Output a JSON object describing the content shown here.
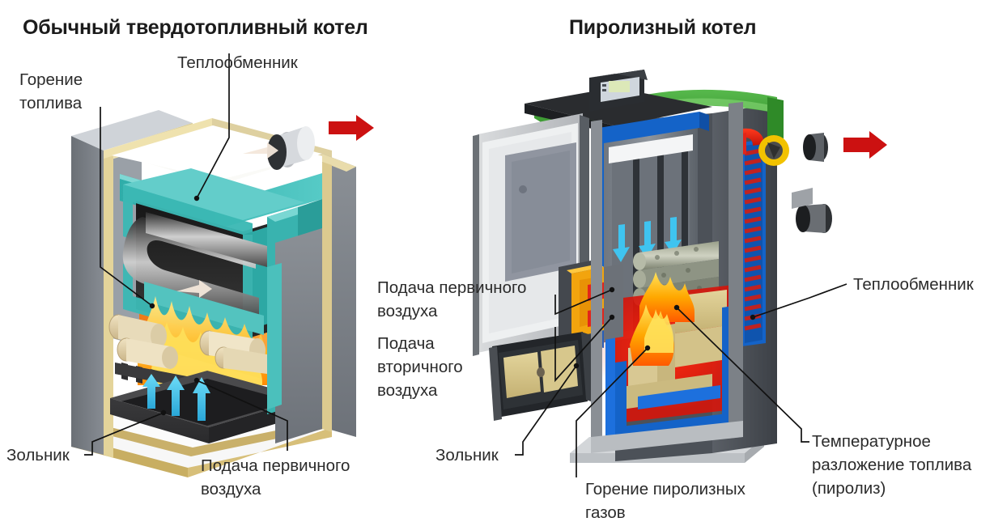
{
  "titles": {
    "left": "Обычный твердотопливный котел",
    "right": "Пиролизный котел"
  },
  "left_boiler": {
    "labels": {
      "combustion": "Горение\nтоплива",
      "heat_exchanger": "Теплообменник",
      "ash_pan": "Зольник",
      "primary_air": "Подача первичного\nвоздуха"
    }
  },
  "right_boiler": {
    "labels": {
      "primary_air": "Подача первичного\nвоздуха",
      "secondary_air": "Подача\nвторичного\nвоздуха",
      "ash_pan": "Зольник",
      "pyrolysis_gas_combustion": "Горение пиролизных\nгазов",
      "heat_exchanger": "Теплообменник",
      "thermal_decomposition": "Температурное\nразложение топлива\n(пиролиз)"
    }
  },
  "colors": {
    "title": "#1b1b1b",
    "label": "#2b2b2b",
    "leader": "#111111",
    "exhaust_arrow": "#cc1111",
    "air_arrow": "#3fc4f0",
    "water_jacket_teal": "#3bb8b4",
    "insulation_cream": "#efe3b5",
    "steel_grey": "#7c8086",
    "flame_orange": "#f5a623",
    "flame_yellow": "#ffd84d",
    "pyro_green": "#3aa832",
    "pyro_blue": "#1463c8",
    "pyro_red": "#e01b10"
  },
  "icons": {
    "exhaust_left": "right-arrow-icon",
    "exhaust_right": "right-arrow-icon",
    "primary_air_left": "up-arrow-icon",
    "flue_gas_right": "down-arrow-icon"
  }
}
